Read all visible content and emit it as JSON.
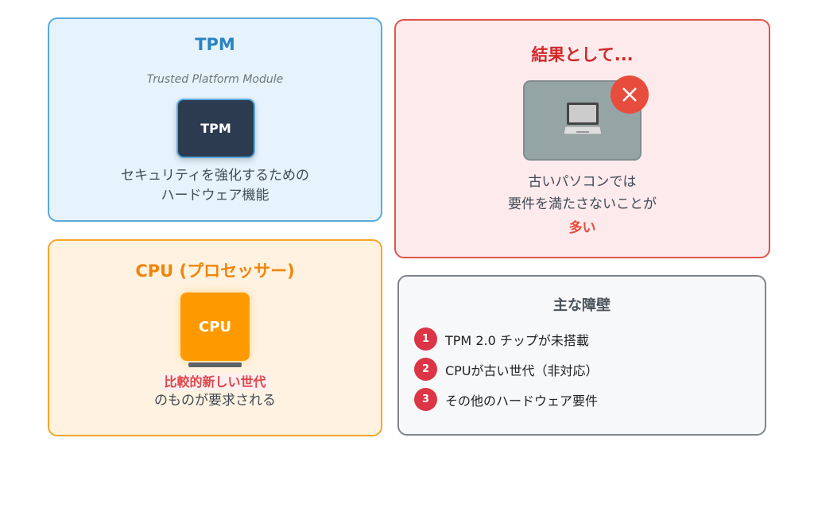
{
  "tpm": {
    "title": "TPM",
    "subtitle": "Trusted Platform Module",
    "chip_label": "TPM",
    "desc_line1": "セキュリティを強化するための",
    "desc_line2": "ハードウェア機能"
  },
  "result": {
    "title": "結果として...",
    "line1": "古いパソコンでは",
    "line2": "要件を満たさないことが",
    "emphasis": "多い"
  },
  "cpu": {
    "title": "CPU (プロセッサー)",
    "chip_label": "CPU",
    "highlight": "比較的新しい世代",
    "desc": "のものが要求される"
  },
  "barriers": {
    "title": "主な障壁",
    "items": [
      {
        "num": "1",
        "text": "TPM 2.0 チップが未搭載"
      },
      {
        "num": "2",
        "text": "CPUが古い世代（非対応）"
      },
      {
        "num": "3",
        "text": "その他のハードウェア要件"
      }
    ]
  },
  "colors": {
    "tpm": "#2e86c1",
    "result": "#d62c2c",
    "cpu": "#f0860a",
    "badge": "#dc3545"
  }
}
